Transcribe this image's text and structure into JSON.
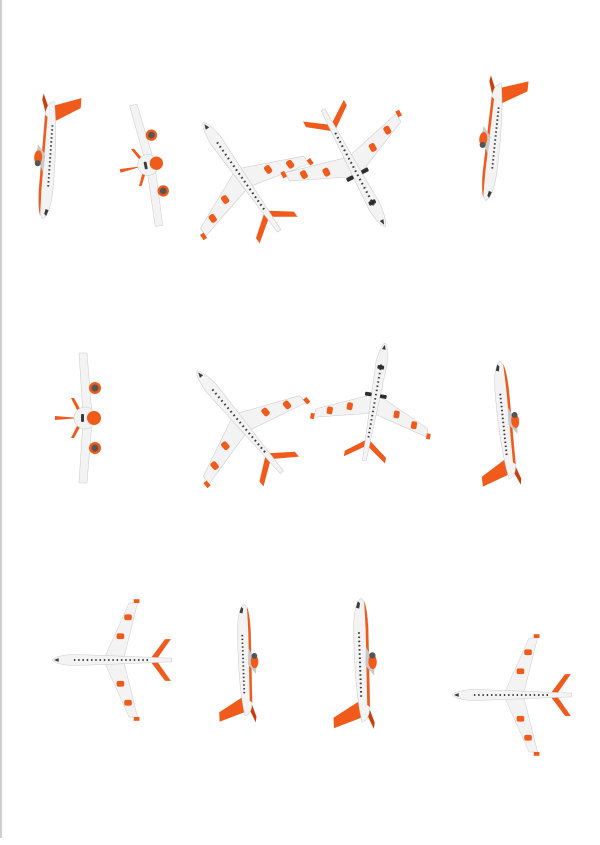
{
  "illustration": {
    "subject": "airplane",
    "count": 13,
    "colors": {
      "fuselage": "#f3f3f3",
      "fuselage_shade": "#c9c9c9",
      "accent": "#f05a1a",
      "accent_dark": "#c9400e",
      "window": "#3a3a3a",
      "engine_core": "#555555",
      "gear": "#2f2f2f"
    }
  },
  "airplanes": [
    {
      "name": "airplane-side-tail-up",
      "view": "side",
      "angle": 94
    },
    {
      "name": "airplane-rear-tilted",
      "view": "rear",
      "angle": -12
    },
    {
      "name": "airplane-top-diagonal-left",
      "view": "top",
      "angle": -125
    },
    {
      "name": "airplane-underside-diagonal",
      "view": "under",
      "angle": 62
    },
    {
      "name": "airplane-side-upright-right",
      "view": "side",
      "angle": 96
    },
    {
      "name": "airplane-front-rear-gear",
      "view": "rear",
      "angle": 0
    },
    {
      "name": "airplane-top-diagonal-center",
      "view": "top",
      "angle": -130
    },
    {
      "name": "airplane-banking-nose-up",
      "view": "under",
      "angle": -80
    },
    {
      "name": "airplane-side-nose-up-right",
      "view": "side",
      "angle": -96
    },
    {
      "name": "airplane-top-left-facing",
      "view": "top",
      "angle": 180
    },
    {
      "name": "airplane-side-nose-up-center",
      "view": "side",
      "angle": -92
    },
    {
      "name": "airplane-side-nose-up-tall",
      "view": "side",
      "angle": -92
    },
    {
      "name": "airplane-top-left-facing-right",
      "view": "top",
      "angle": 180
    }
  ]
}
